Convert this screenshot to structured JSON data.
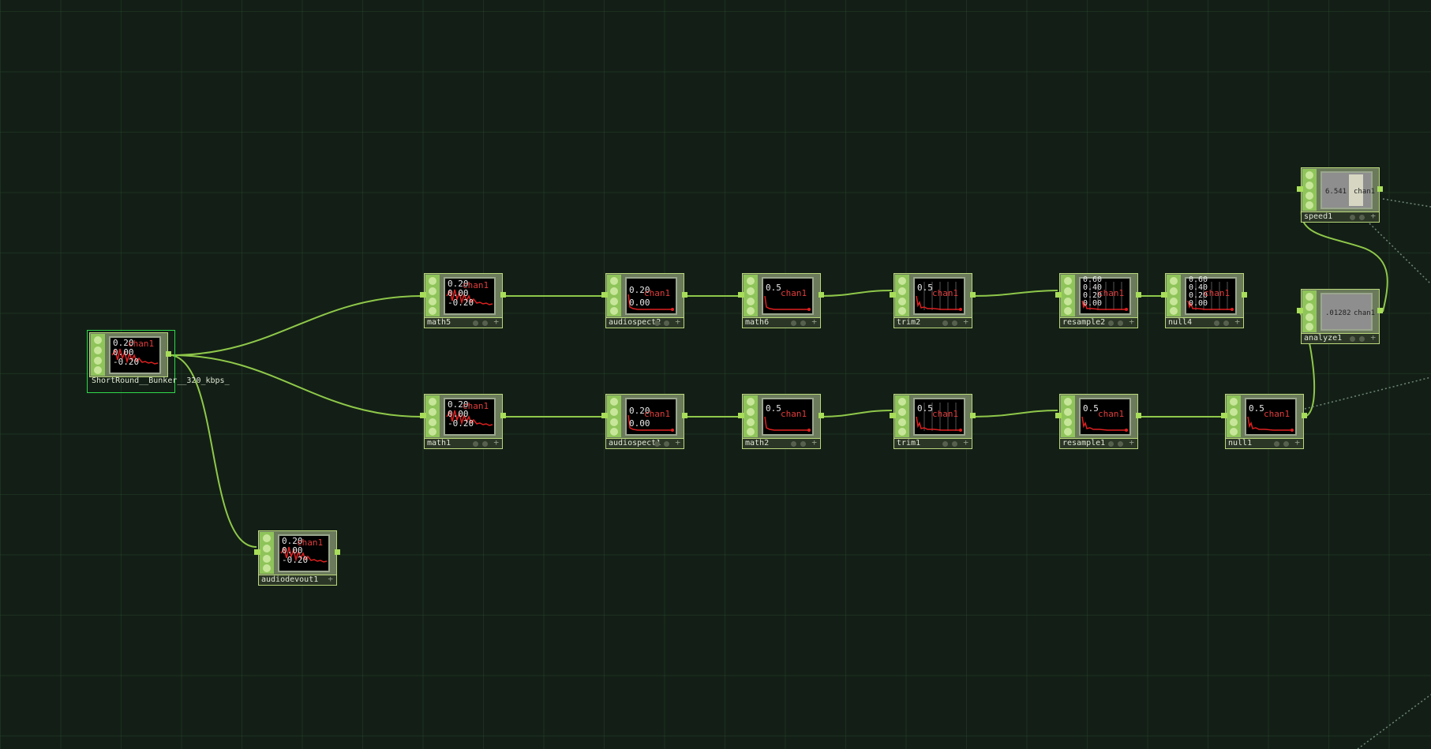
{
  "app": {
    "wire_color": "#8fc84a",
    "background": "#131f16",
    "node_border": "#b9d77a",
    "selected_outline": "#2fd84a",
    "trace_color": "#e02020"
  },
  "nodes": {
    "source": {
      "label": "ShortRound__Bunker__320_kbps_",
      "v1": "0.20",
      "v2": "0.00",
      "v3": "-0.20",
      "chan": "chan1"
    },
    "math5": {
      "label": "math5",
      "v1": "0.20",
      "v2": "0.00",
      "v3": "-0.20",
      "chan": "chan1"
    },
    "audiospect2": {
      "label": "audiospect2",
      "v1": "0.20",
      "v3": "0.00",
      "chan": "chan1"
    },
    "math6": {
      "label": "math6",
      "v1": "0.5",
      "chan": "chan1"
    },
    "trim2": {
      "label": "trim2",
      "v1": "0.5",
      "chan": "chan1"
    },
    "resample2": {
      "label": "resample2",
      "v1": "0.60",
      "v2": "0.40",
      "v3": "0.20",
      "v4": "0.00",
      "chan": "chan1"
    },
    "null4": {
      "label": "null4",
      "v1": "0.60",
      "v2": "0.40",
      "v3": "0.20",
      "v4": "0.00",
      "chan": "chan1"
    },
    "math1": {
      "label": "math1",
      "v1": "0.20",
      "v2": "0.00",
      "v3": "-0.20",
      "chan": "chan1"
    },
    "audiospect1": {
      "label": "audiospect1",
      "v1": "0.20",
      "v3": "0.00",
      "chan": "chan1"
    },
    "math2": {
      "label": "math2",
      "v1": "0.5",
      "chan": "chan1"
    },
    "trim1": {
      "label": "trim1",
      "v1": "0.5",
      "chan": "chan1"
    },
    "resample1": {
      "label": "resample1",
      "v1": "0.5",
      "chan": "chan1"
    },
    "null1": {
      "label": "null1",
      "v1": "0.5",
      "chan": "chan1"
    },
    "audiodevout1": {
      "label": "audiodevout1",
      "v1": "0.20",
      "v2": "0.00",
      "v3": "-0.20",
      "chan": "chan1"
    },
    "speed1": {
      "label": "speed1",
      "value": "6.541",
      "chan": "chan1"
    },
    "analyze1": {
      "label": "analyze1",
      "value": ".01282",
      "chan": "chan1"
    }
  }
}
